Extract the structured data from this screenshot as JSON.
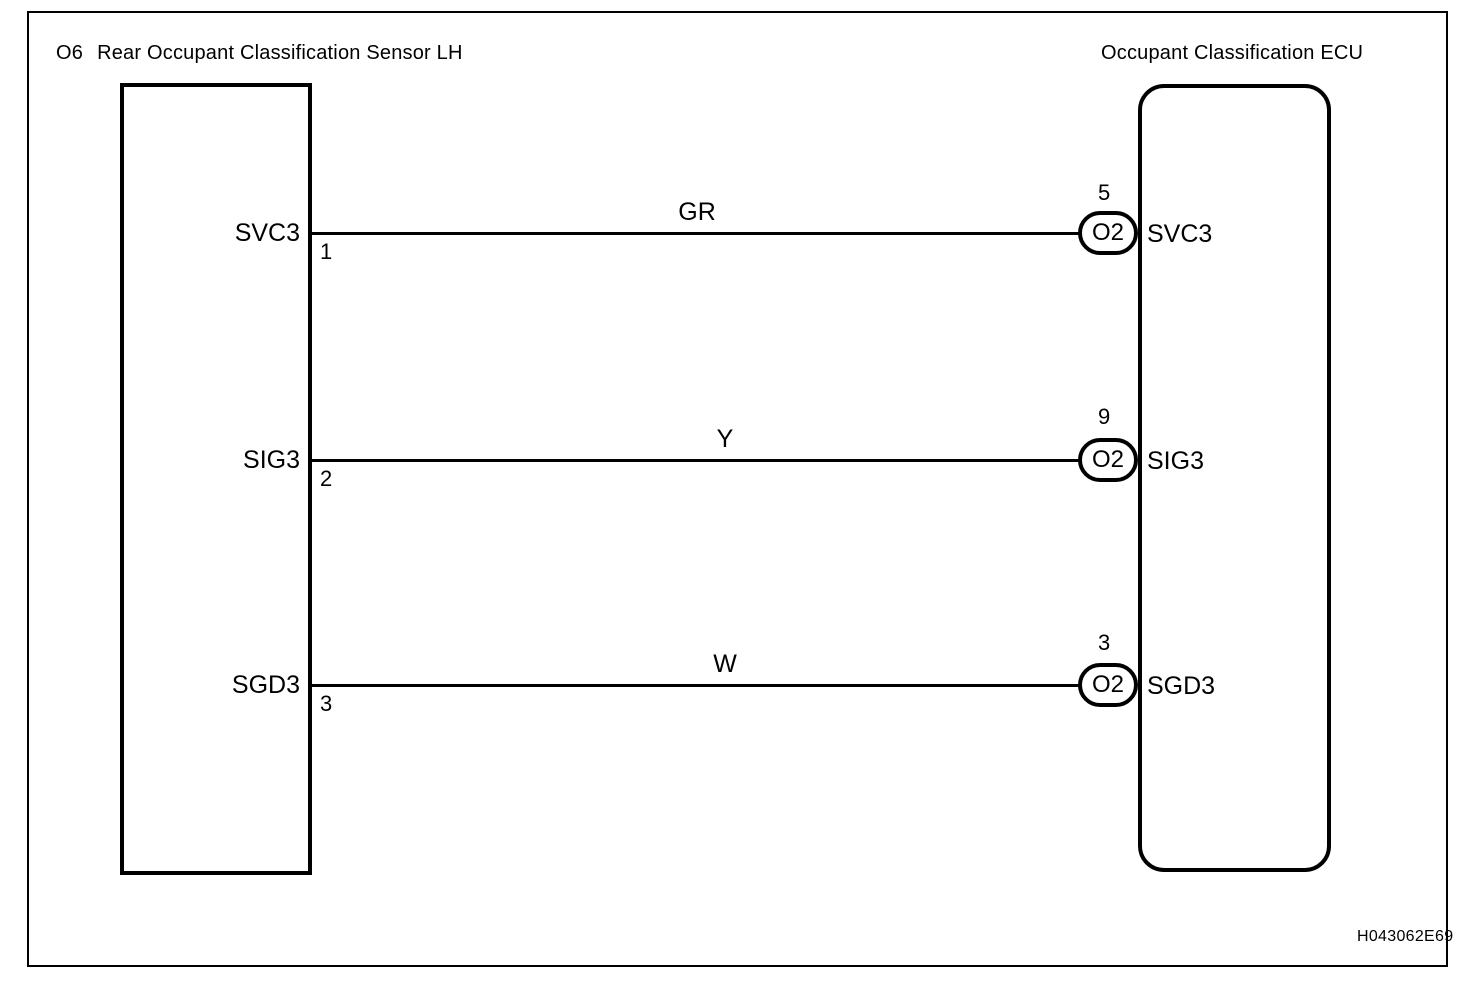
{
  "reference_code": "H043062E69",
  "left_component": {
    "code": "O6",
    "name": "Rear Occupant Classification Sensor LH"
  },
  "right_component": {
    "name": "Occupant Classification ECU"
  },
  "connections": [
    {
      "left_signal": "SVC3",
      "left_pin": "1",
      "wire_color": "GR",
      "right_pin": "5",
      "right_terminal": "O2",
      "right_signal": "SVC3"
    },
    {
      "left_signal": "SIG3",
      "left_pin": "2",
      "wire_color": "Y",
      "right_pin": "9",
      "right_terminal": "O2",
      "right_signal": "SIG3"
    },
    {
      "left_signal": "SGD3",
      "left_pin": "3",
      "wire_color": "W",
      "right_pin": "3",
      "right_terminal": "O2",
      "right_signal": "SGD3"
    }
  ],
  "colors": {
    "line": "#000000",
    "background": "#ffffff"
  }
}
